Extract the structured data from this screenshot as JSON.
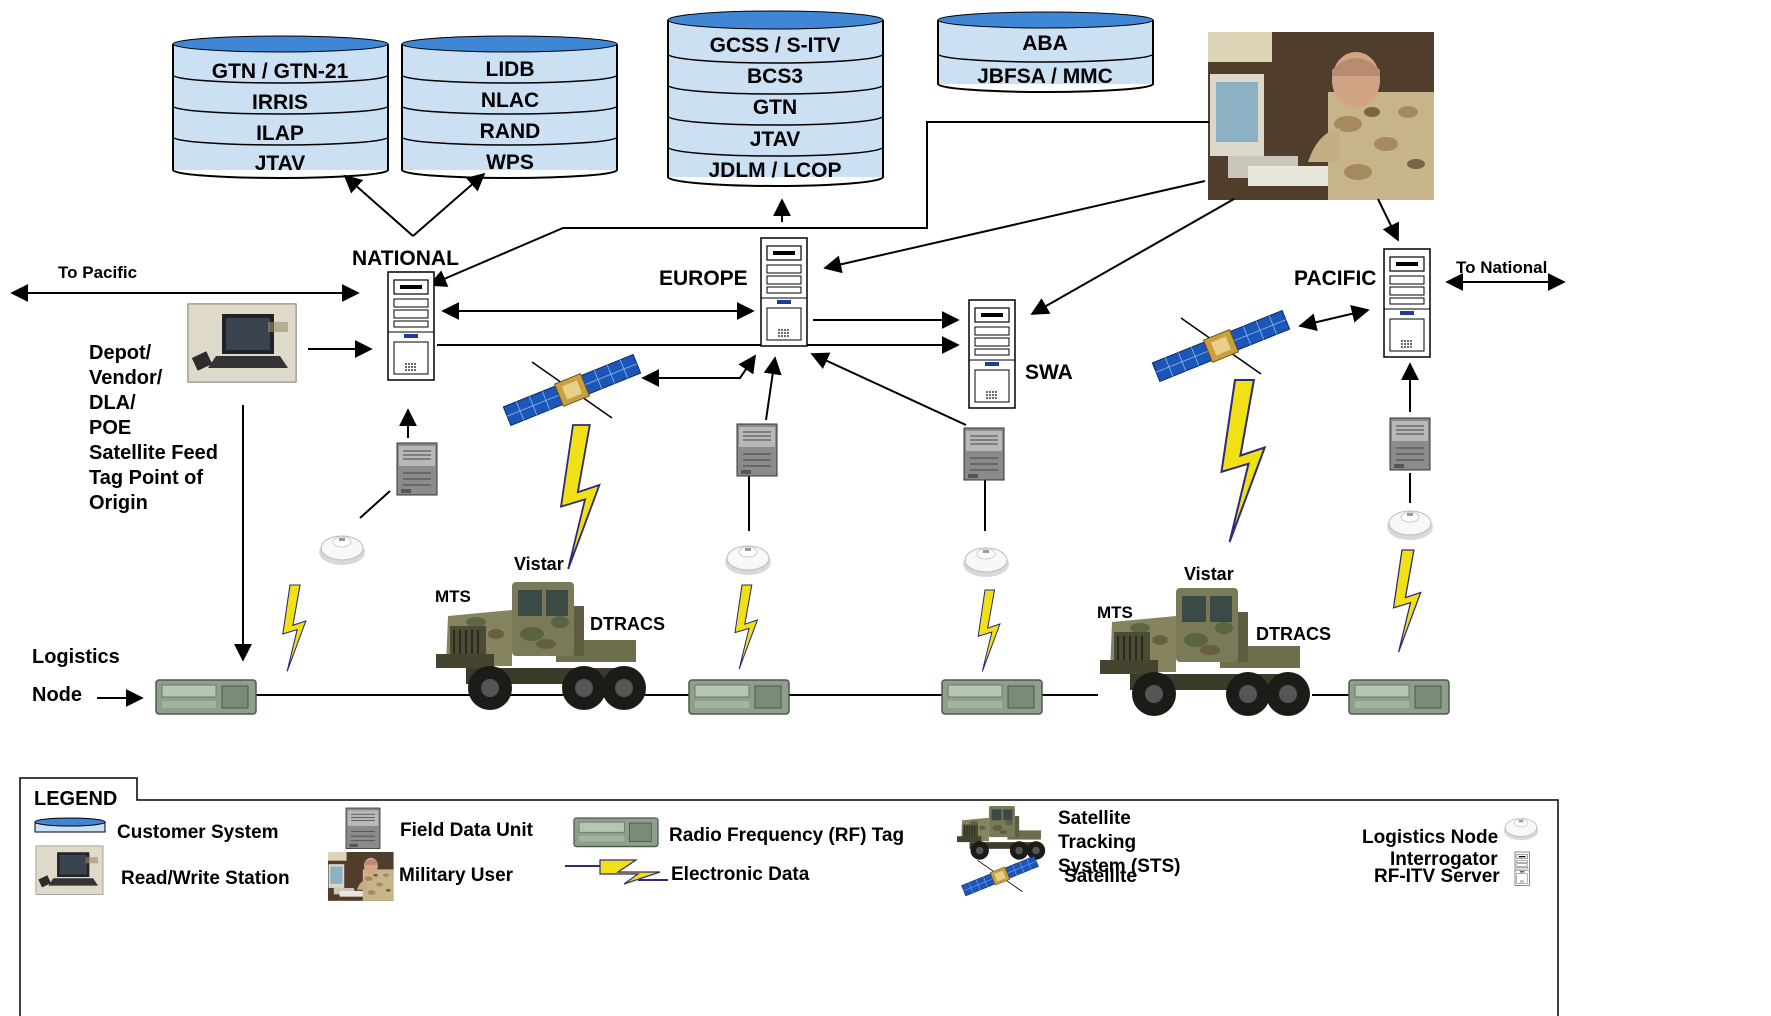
{
  "databases": {
    "db1": [
      "GTN / GTN-21",
      "IRRIS",
      "ILAP",
      "JTAV"
    ],
    "db2": [
      "LIDB",
      "NLAC",
      "RAND",
      "WPS"
    ],
    "db3": [
      "GCSS / S-ITV",
      "BCS3",
      "GTN",
      "JTAV",
      "JDLM / LCOP"
    ],
    "db4": [
      "ABA",
      "JBFSA / MMC"
    ]
  },
  "nodes": {
    "national": "NATIONAL",
    "europe": "EUROPE",
    "swa": "SWA",
    "pacific": "PACIFIC"
  },
  "labels": {
    "to_pacific": "To Pacific",
    "to_national": "To National",
    "depot": [
      "Depot/",
      "Vendor/",
      "DLA/",
      "POE",
      "Satellite Feed",
      "Tag Point of",
      "Origin"
    ],
    "vistar_1": "Vistar",
    "vistar_2": "Vistar",
    "mts_1": "MTS",
    "mts_2": "MTS",
    "dtracs_1": "DTRACS",
    "dtracs_2": "DTRACS",
    "logistics": "Logistics",
    "node": "Node"
  },
  "legend": {
    "title": "LEGEND",
    "customer_system": "Customer System",
    "read_write_station": "Read/Write Station",
    "field_data_unit": "Field Data Unit",
    "military_user": "Military User",
    "rf_tag": "Radio Frequency (RF) Tag",
    "electronic_data": "Electronic Data",
    "sts": [
      "Satellite",
      "Tracking",
      "System (STS)"
    ],
    "satellite": "Satellite",
    "logistics_node_interrogator": [
      "Logistics Node",
      "Interrogator"
    ],
    "rf_itv_server": "RF-ITV Server"
  },
  "colors": {
    "db_fill": "#cce0f4",
    "db_top": "#3f86d4",
    "lightning": "#f2e017",
    "tag": "#8ea08c",
    "truck": "#7b7a58"
  }
}
